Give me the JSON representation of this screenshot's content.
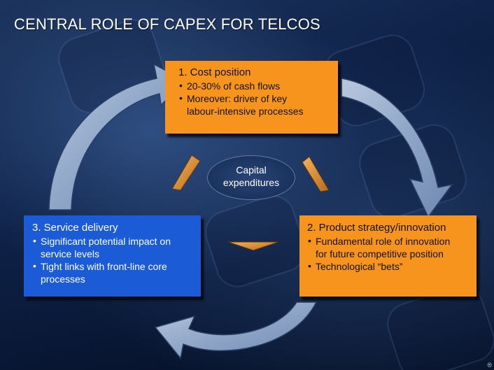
{
  "title": "CENTRAL ROLE OF CAPEX FOR TELCOS",
  "center": {
    "label_line1": "Capital",
    "label_line2": "expenditures"
  },
  "boxes": {
    "cost": {
      "heading": "1. Cost position",
      "bullets": [
        {
          "lines": [
            "20-30% of cash flows"
          ]
        },
        {
          "lines": [
            "Moreover: driver of key",
            "labour-intensive processes"
          ]
        }
      ]
    },
    "product": {
      "heading": "2. Product strategy/innovation",
      "bullets": [
        {
          "lines": [
            "Fundamental role of innovation",
            "for future competitive position"
          ]
        },
        {
          "lines": [
            "Technological “bets”"
          ]
        }
      ]
    },
    "service": {
      "heading": "3. Service delivery",
      "bullets": [
        {
          "lines": [
            "Significant potential impact on",
            "service levels"
          ]
        },
        {
          "lines": [
            "Tight links with front-line core",
            "processes"
          ]
        }
      ]
    }
  },
  "bullet_glyph": "•",
  "colors": {
    "orange_box": "#f7941d",
    "blue_box": "#1b5bd6",
    "arrow": "#8fa6c8",
    "connector": "#f0a848",
    "background": "#0d2046"
  },
  "footer_mark": "®"
}
